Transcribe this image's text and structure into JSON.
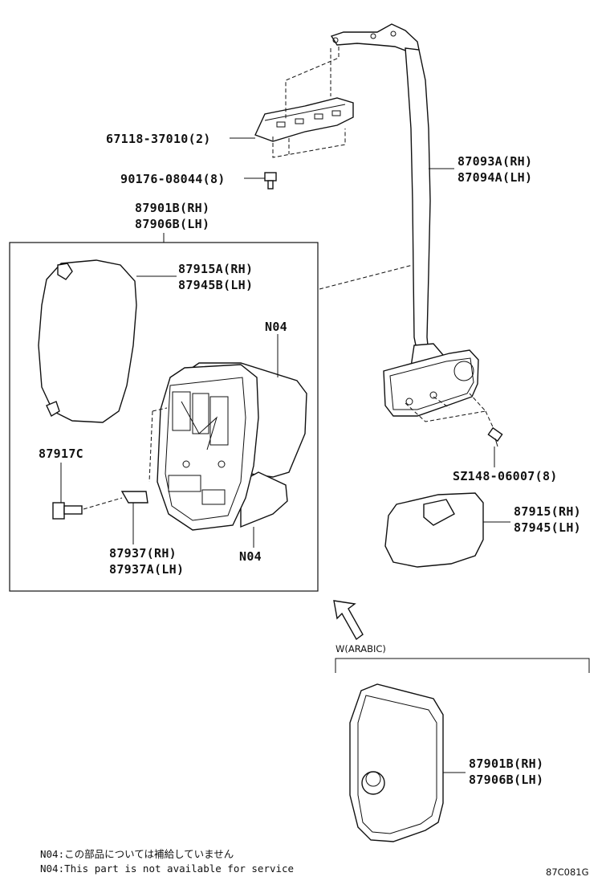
{
  "callouts": {
    "bracket_plate": "67118-37010(2)",
    "screw": "90176-08044(8)",
    "mirror_assy_rh": "87901B(RH)",
    "mirror_assy_lh": "87906B(LH)",
    "mirror_glass_rh": "87915A(RH)",
    "mirror_glass_lh": "87945B(LH)",
    "stay_rh": "87093A(RH)",
    "stay_lh": "87094A(LH)",
    "n04_top": "N04",
    "bolt": "87917C",
    "sz_screw": "SZ148-06007(8)",
    "cover_rh": "87915(RH)",
    "cover_lh": "87945(LH)",
    "clip_rh": "87937(RH)",
    "clip_lh": "87937A(LH)",
    "n04_bottom": "N04",
    "arabic_label": "W(ARABIC)",
    "arabic_mirror_rh": "87901B(RH)",
    "arabic_mirror_lh": "87906B(LH)"
  },
  "notes": {
    "jp": "N04:この部品については補給していません",
    "en": "N04:This part is not available for service"
  },
  "figure_id": "87C081G",
  "icons": [
    "mirror-stay-arm",
    "bracket-plate",
    "mirror-glass",
    "mirror-housing",
    "mirror-cover",
    "mounting-bolt",
    "view-direction-arrow",
    "arabic-mirror"
  ]
}
